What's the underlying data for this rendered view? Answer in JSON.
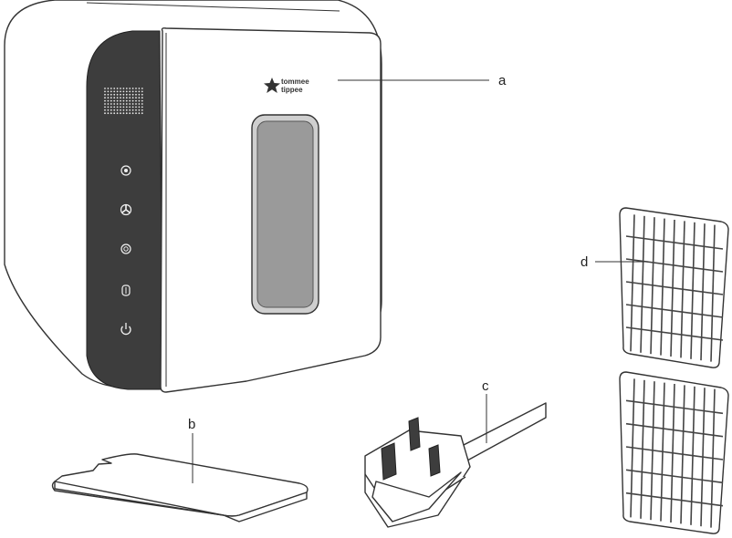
{
  "callouts": {
    "a": "a",
    "b": "b",
    "c": "c",
    "d": "d"
  },
  "brand": {
    "line1": "tommee",
    "line2": "tippee",
    "logo_icon": "star-logo-icon"
  },
  "control_icons": [
    "dry-icon",
    "fan-icon",
    "steam-icon",
    "sterilise-icon",
    "power-icon"
  ],
  "colors": {
    "side_panel": "#3d3d3d",
    "window": "#9a9a9a",
    "outline": "#333333"
  }
}
